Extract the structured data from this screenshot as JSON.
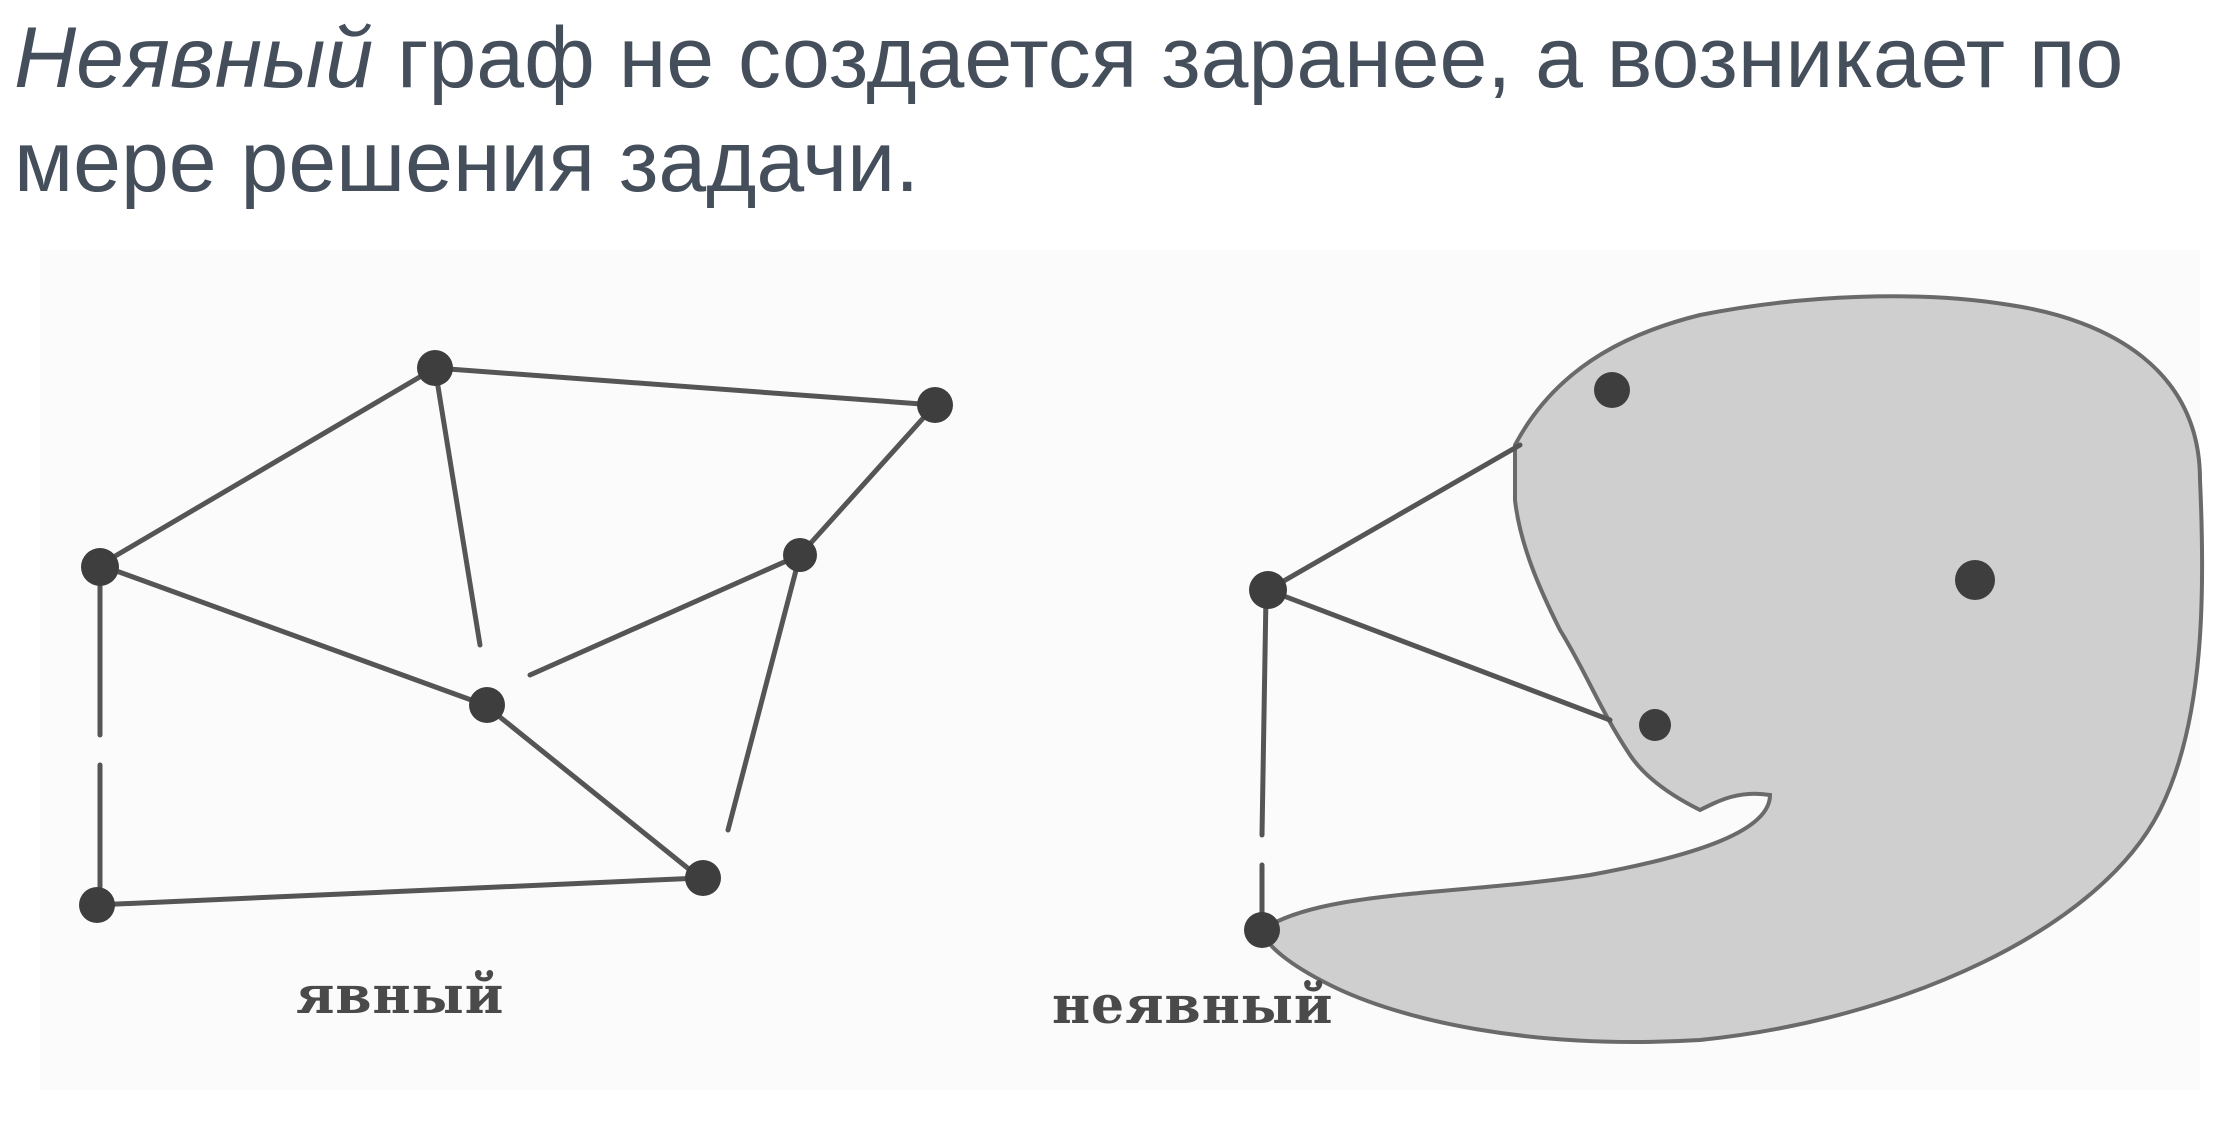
{
  "title": {
    "emphasis": "Неявный",
    "rest": " граф не создается заранее, а возникает по мере решения задачи."
  },
  "diagram": {
    "explicit_label": "явный",
    "implicit_label": "неявный",
    "colors": {
      "text": "#454f5c",
      "edge": "#555555",
      "node": "#3e3e3e",
      "region_fill": "#cfcfcf",
      "region_stroke": "#6a6a6a"
    }
  }
}
